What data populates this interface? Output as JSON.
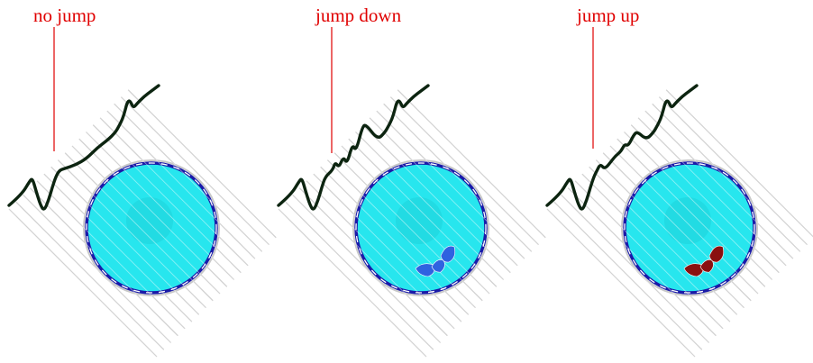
{
  "panels": [
    {
      "label": "no jump",
      "variant": "none",
      "blob_color": null
    },
    {
      "label": "jump down",
      "variant": "down",
      "blob_color": "#2f62e0"
    },
    {
      "label": "jump up",
      "variant": "up",
      "blob_color": "#8a1010"
    }
  ],
  "colors": {
    "label_text": "#e00000",
    "label_pointer": "#e00000",
    "hatch_lines": "#b4b4b4",
    "profile_curve": "#0c2410",
    "disk_fill": "#27e6ee",
    "disk_border": "#1a1aa8",
    "disk_dashes": "#ffffff",
    "disk_halo": "#c8c8c8"
  }
}
